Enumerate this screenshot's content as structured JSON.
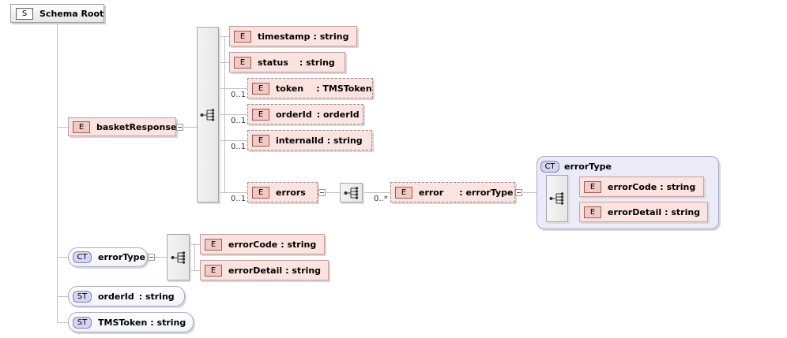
{
  "schema_root": {
    "badge": "S",
    "label": "Schema Root"
  },
  "basket_response": {
    "badge": "E",
    "name": "basketResponse",
    "children": [
      {
        "badge": "E",
        "name": "timestamp",
        "type": ": string",
        "occurs": ""
      },
      {
        "badge": "E",
        "name": "status",
        "type": ": string",
        "occurs": ""
      },
      {
        "badge": "E",
        "name": "token",
        "type": ": TMSToken",
        "occurs": "0..1"
      },
      {
        "badge": "E",
        "name": "orderId",
        "type": ": orderId",
        "occurs": "0..1"
      },
      {
        "badge": "E",
        "name": "internalId",
        "type": ": string",
        "occurs": "0..1"
      }
    ],
    "errors": {
      "badge": "E",
      "name": "errors",
      "occurs": "0..1"
    },
    "error": {
      "badge": "E",
      "name": "error",
      "type": ": errorType",
      "occurs": "0..*"
    },
    "error_type_card": {
      "badge": "CT",
      "name": "errorType",
      "children": [
        {
          "badge": "E",
          "name": "errorCode",
          "type": ": string"
        },
        {
          "badge": "E",
          "name": "errorDetail",
          "type": ": string"
        }
      ]
    }
  },
  "error_type": {
    "badge": "CT",
    "name": "errorType",
    "children": [
      {
        "badge": "E",
        "name": "errorCode",
        "type": ": string"
      },
      {
        "badge": "E",
        "name": "errorDetail",
        "type": ": string"
      }
    ]
  },
  "order_id_type": {
    "badge": "ST",
    "name": "orderId",
    "type": ": string"
  },
  "tms_token_type": {
    "badge": "ST",
    "name": "TMSToken",
    "type": ": string"
  }
}
